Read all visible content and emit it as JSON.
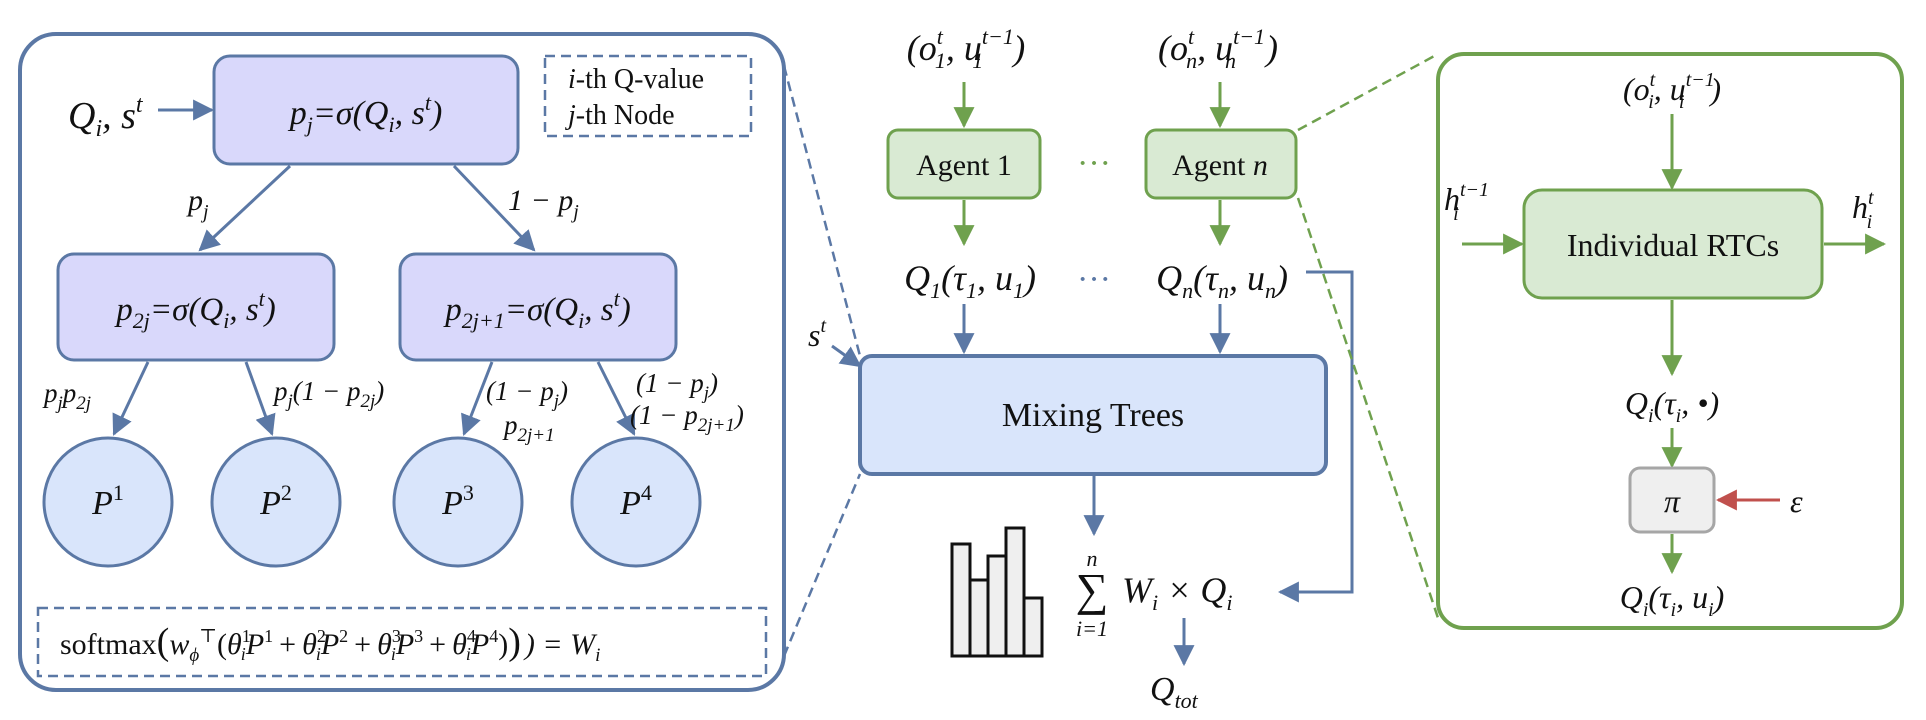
{
  "colors": {
    "blue_stroke": "#5b78a5",
    "blue_fill": "#d9e5fb",
    "purple_fill": "#d9d8fb",
    "green_stroke": "#6fa14e",
    "green_fill": "#d9ead3",
    "red_arrow": "#c0504d",
    "gray_fill": "#efefef",
    "gray_stroke": "#a6a6a6"
  },
  "left_panel": {
    "input_label": "Q",
    "input_sub": "i",
    "input_rest": ", s",
    "input_sup": "t",
    "legend": {
      "line1_var": "i",
      "line1_text": "-th Q-value",
      "line2_var": "j",
      "line2_text": "-th Node"
    },
    "root_node": {
      "p": "p",
      "sub": "j",
      "eq": "=σ(Q",
      "qsub": "i",
      "rest": ", s",
      "sup": "t",
      "close": ")"
    },
    "left_node": {
      "p": "p",
      "sub": "2j",
      "eq": "=σ(Q",
      "qsub": "i",
      "rest": ", s",
      "sup": "t",
      "close": ")"
    },
    "right_node": {
      "p": "p",
      "sub": "2j+1",
      "eq": "=σ(Q",
      "qsub": "i",
      "rest": ", s",
      "sup": "t",
      "close": ")"
    },
    "edge_root_left": {
      "p": "p",
      "sub": "j"
    },
    "edge_root_right": {
      "pre": "1 − p",
      "sub": "j"
    },
    "edge_l1": {
      "p1": "p",
      "s1": "j",
      "p2": "p",
      "s2": "2j"
    },
    "edge_l2": {
      "p1": "p",
      "s1": "j",
      "mid": "(1 − p",
      "s2": "2j",
      "close": ")"
    },
    "edge_r1": {
      "line1": "(1 − p",
      "s1": "j",
      "c1": ")",
      "line2": "p",
      "s2": "2j+1"
    },
    "edge_r2": {
      "line1": "(1 − p",
      "s1": "j",
      "c1": ")",
      "line2": "(1 − p",
      "s2": "2j+1",
      "c2": ")"
    },
    "leaves": [
      {
        "label": "P",
        "sup": "1"
      },
      {
        "label": "P",
        "sup": "2"
      },
      {
        "label": "P",
        "sup": "3"
      },
      {
        "label": "P",
        "sup": "4"
      }
    ],
    "formula": {
      "prefix": "softmax",
      "w": "w",
      "wsub": "ϕ",
      "wsup": "⊤",
      "theta": "θ",
      "i": "i",
      "plus": "+",
      "P": "P",
      "result": ") = W",
      "result_sub": "i"
    }
  },
  "middle": {
    "obs1": {
      "open": "(o",
      "sup1": "t",
      "sub1": "1",
      "mid": ", u",
      "sup2": "t−1",
      "sub2": "1",
      "close": ")"
    },
    "obsn": {
      "open": "(o",
      "sup1": "t",
      "sub1": "n",
      "mid": ", u",
      "sup2": "t−1",
      "sub2": "n",
      "close": ")"
    },
    "agent1_label": "Agent 1",
    "agentn_prefix": "Agent ",
    "agentn_var": "n",
    "q1": {
      "q": "Q",
      "sub": "1",
      "mid": "(τ",
      "sub2": "1",
      "mid2": ", u",
      "sub3": "1",
      "close": ")"
    },
    "qn": {
      "q": "Q",
      "sub": "n",
      "mid": "(τ",
      "sub2": "n",
      "mid2": ", u",
      "sub3": "n",
      "close": ")"
    },
    "state": {
      "s": "s",
      "sup": "t"
    },
    "mixing_label": "Mixing Trees",
    "sum": {
      "top": "n",
      "bottom": "i=1",
      "body": "W",
      "sub": "i",
      "times": " × Q",
      "sub2": "i"
    },
    "qtot": {
      "q": "Q",
      "sub": "tot"
    }
  },
  "right_panel": {
    "obs": {
      "open": "(o",
      "sup1": "t",
      "sub1": "i",
      "mid": ", u",
      "sup2": "t−1",
      "sub2": "i",
      "close": ")"
    },
    "h_in": {
      "h": "h",
      "sup": "t−1",
      "sub": "i"
    },
    "h_out": {
      "h": "h",
      "sup": "t",
      "sub": "i"
    },
    "rtc_label": "Individual RTCs",
    "q_dot": {
      "q": "Q",
      "sub": "i",
      "rest": "(τ",
      "sub2": "i",
      "close": ", •)"
    },
    "pi_label": "π",
    "epsilon": "ε",
    "q_out": {
      "q": "Q",
      "sub": "i",
      "rest": "(τ",
      "sub2": "i",
      "mid": ", u",
      "sub3": "i",
      "close": ")"
    }
  }
}
